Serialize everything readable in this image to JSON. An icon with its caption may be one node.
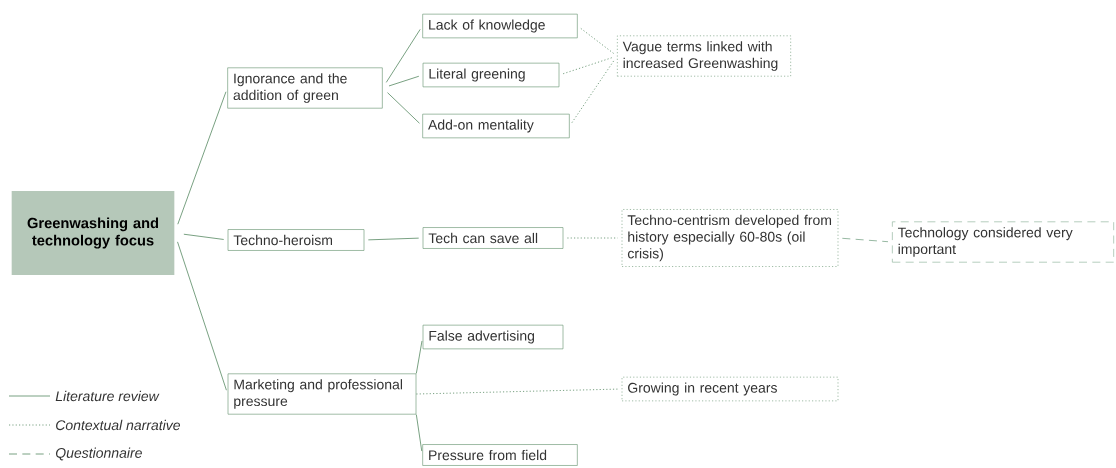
{
  "diagram": {
    "nodes": [
      {
        "text": [
          "Greenwashing and technology focus"
        ]
      },
      {
        "text": [
          "Ignorance and the addition of green"
        ]
      },
      {
        "text": [
          "Lack of knowledge"
        ]
      },
      {
        "text": [
          "Literal greening"
        ]
      },
      {
        "text": [
          "Add-on mentality"
        ]
      },
      {
        "text": [
          "Vague terms linked with increased Greenwashing"
        ]
      },
      {
        "text": [
          "Techno-heroism"
        ]
      },
      {
        "text": [
          "Tech can save all"
        ]
      },
      {
        "text": [
          "Techno-centrism developed from history especially 60-80s (oil crisis)"
        ]
      },
      {
        "text": [
          "Technology considered very important"
        ]
      },
      {
        "text": [
          "Marketing and professional pressure"
        ]
      },
      {
        "text": [
          "False advertising"
        ]
      },
      {
        "text": [
          "Growing in recent years"
        ]
      },
      {
        "text": [
          "Pressure from field"
        ]
      }
    ],
    "edges": [
      {
        "from": 0,
        "to": 1,
        "arrow": "none"
      },
      {
        "from": 0,
        "to": 6,
        "arrow": "none"
      },
      {
        "from": 0,
        "to": 10,
        "arrow": "none"
      },
      {
        "from": 1,
        "to": 2,
        "arrow": "none"
      },
      {
        "from": 1,
        "to": 3,
        "arrow": "none"
      },
      {
        "from": 1,
        "to": 4,
        "arrow": "none"
      },
      {
        "from": 2,
        "to": 5,
        "arrow": "none",
        "style": "dashed"
      },
      {
        "from": 3,
        "to": 5,
        "arrow": "none",
        "style": "dashed"
      },
      {
        "from": 4,
        "to": 5,
        "arrow": "none",
        "style": "dashed"
      },
      {
        "from": 6,
        "to": 7,
        "arrow": "none"
      },
      {
        "from": 7,
        "to": 8,
        "arrow": "none",
        "style": "dashed"
      },
      {
        "from": 8,
        "to": 9,
        "arrow": "none",
        "style": "dashed",
        "color": "#8fb39b"
      },
      {
        "from": 10,
        "to": 11,
        "arrow": "none"
      },
      {
        "from": 10,
        "to": 12,
        "arrow": "none",
        "style": "dashed"
      },
      {
        "from": 10,
        "to": 13,
        "arrow": "none"
      }
    ],
    "legend": [
      {
        "text": "Literature review"
      },
      {
        "text": "Contextual narrative"
      },
      {
        "text": "Questionnaire"
      }
    ]
  }
}
